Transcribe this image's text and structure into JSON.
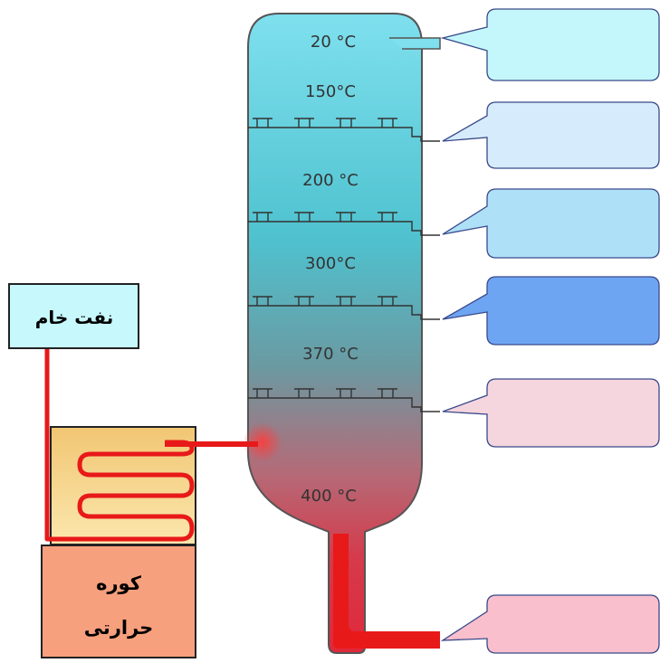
{
  "temperatures": {
    "t1": "20 °C",
    "t2": "150°C",
    "t3": "200 °C",
    "t4": "300°C",
    "t5": "370 °C",
    "t6": "400 °C"
  },
  "labels": {
    "crude_oil": "نفت خام",
    "furnace_line1": "کوره",
    "furnace_line2": "حرارتی"
  },
  "callouts": [
    {
      "text": "",
      "fill": "#c4f7fb"
    },
    {
      "text": "",
      "fill": "#d6ebfb"
    },
    {
      "text": "",
      "fill": "#aee0f8"
    },
    {
      "text": "",
      "fill": "#6ea5f3"
    },
    {
      "text": "",
      "fill": "#f5d5de"
    },
    {
      "text": "",
      "fill": "#f9bfcd"
    }
  ],
  "colors": {
    "pipe": "#e81919",
    "column_top": "#7fe0ee",
    "column_mid": "#55a8ad",
    "column_bottom": "#e0283a",
    "crude_box": "#c6f8fc",
    "furnace_box": "#f7a07d",
    "heater_box": "#f5d68a"
  }
}
